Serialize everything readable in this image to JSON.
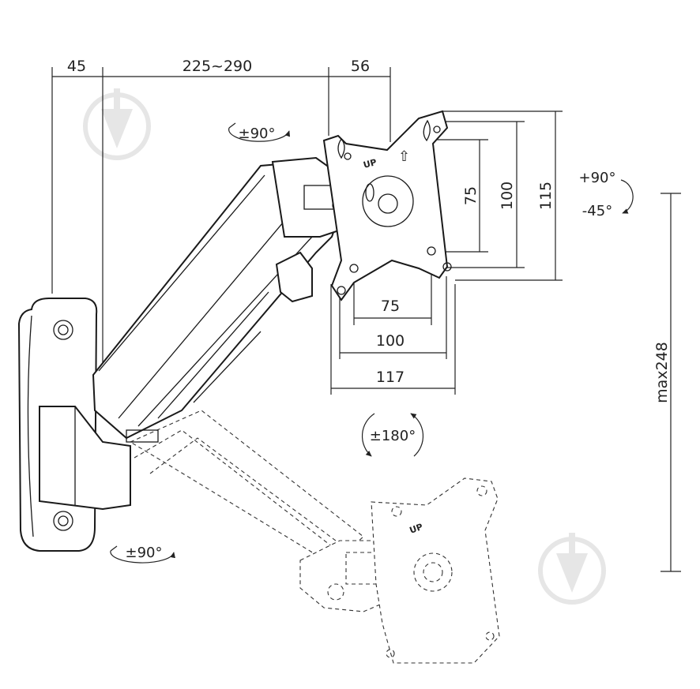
{
  "dimensions": {
    "wall_offset": "45",
    "arm_reach": "225~290",
    "plate_depth": "56",
    "vesa_small_h": "75",
    "vesa_large_h": "100",
    "plate_height": "115",
    "vesa_small_w": "75",
    "vesa_large_w": "100",
    "plate_width": "117",
    "max_height": "max248"
  },
  "rotations": {
    "tilt_up": "+90°",
    "tilt_down": "-45°",
    "swivel_head": "±90°",
    "swivel_base": "±90°",
    "rotate_screen": "±180°"
  },
  "plate_labels": {
    "up_text": "UP",
    "up_arrow": "⇧"
  },
  "colors": {
    "line": "#222222",
    "watermark": "#e6e6e6",
    "background": "#ffffff"
  }
}
